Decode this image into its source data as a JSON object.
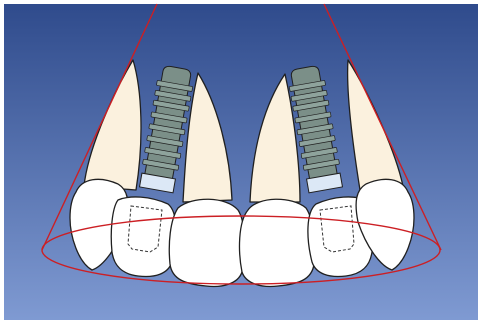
{
  "figure": {
    "subject": "",
    "colors": {
      "background_top": "#2f4b8c",
      "background_bottom": "#7f9ad2",
      "tooth_crown": "#ffffff",
      "tooth_root": "#fbf1de",
      "outline": "#202020",
      "cone_line": "#cc1f24",
      "implant_body": "#7b8f88",
      "implant_thread": "#8ea39c",
      "implant_collar": "#dce8f6",
      "abutment_dash": "#333333"
    },
    "elements": {
      "teeth": [
        {
          "id": "lateral-incisor-left",
          "has_implant": true
        },
        {
          "id": "central-incisor-left",
          "has_implant": false
        },
        {
          "id": "central-incisor-right",
          "has_implant": false
        },
        {
          "id": "lateral-incisor-right",
          "has_implant": true
        }
      ],
      "canines": [
        "canine-left",
        "canine-right"
      ],
      "implants": [
        "implant-left",
        "implant-right"
      ],
      "guide_cone": "implant-angle-cone"
    }
  }
}
